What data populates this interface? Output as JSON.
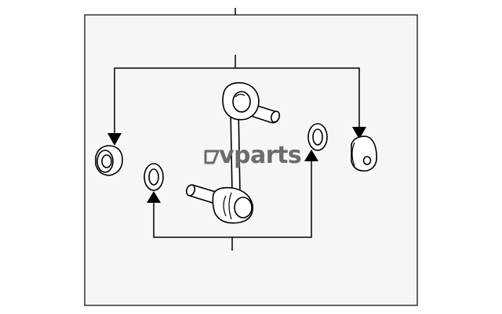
{
  "watermark": {
    "text": "vparts",
    "color": "#6b6b6b"
  },
  "parts": [
    {
      "name": "stabilizer-link",
      "icon": "stabilizer-link-icon"
    },
    {
      "name": "bushing-left",
      "icon": "bushing-icon"
    },
    {
      "name": "washer-left",
      "icon": "washer-icon"
    },
    {
      "name": "washer-right",
      "icon": "washer-icon"
    },
    {
      "name": "bushing-right",
      "icon": "bushing-icon"
    }
  ],
  "colors": {
    "frame_fill": "#f6f6f6",
    "line": "#000000",
    "part_fill": "#ffffff"
  }
}
